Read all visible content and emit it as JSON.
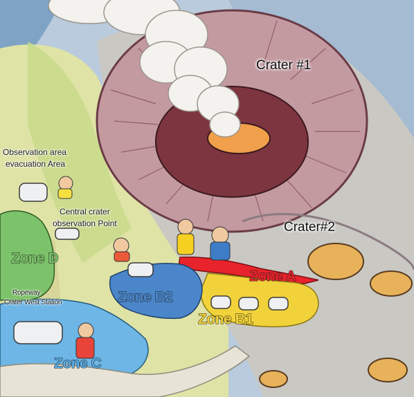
{
  "map": {
    "craters": {
      "crater1": "Crater #1",
      "crater2": "Crater#2"
    },
    "facilities": {
      "observation_evacuation": [
        "Observation area",
        "evacuation Area"
      ],
      "central_observation": [
        "Central crater",
        "observation Point"
      ],
      "ropeway_station": [
        "Ropeway",
        "Crater West Station"
      ]
    },
    "zones": [
      {
        "id": "zone_a",
        "label": "Zone A",
        "color": "#e8232b"
      },
      {
        "id": "zone_b1",
        "label": "Zone B1",
        "color": "#f2d23a"
      },
      {
        "id": "zone_b2",
        "label": "Zone B2",
        "color": "#4a86c9"
      },
      {
        "id": "zone_c",
        "label": "Zone C",
        "color": "#5aa9e0"
      },
      {
        "id": "zone_d",
        "label": "Zone D",
        "color": "#7cc26a"
      }
    ]
  }
}
